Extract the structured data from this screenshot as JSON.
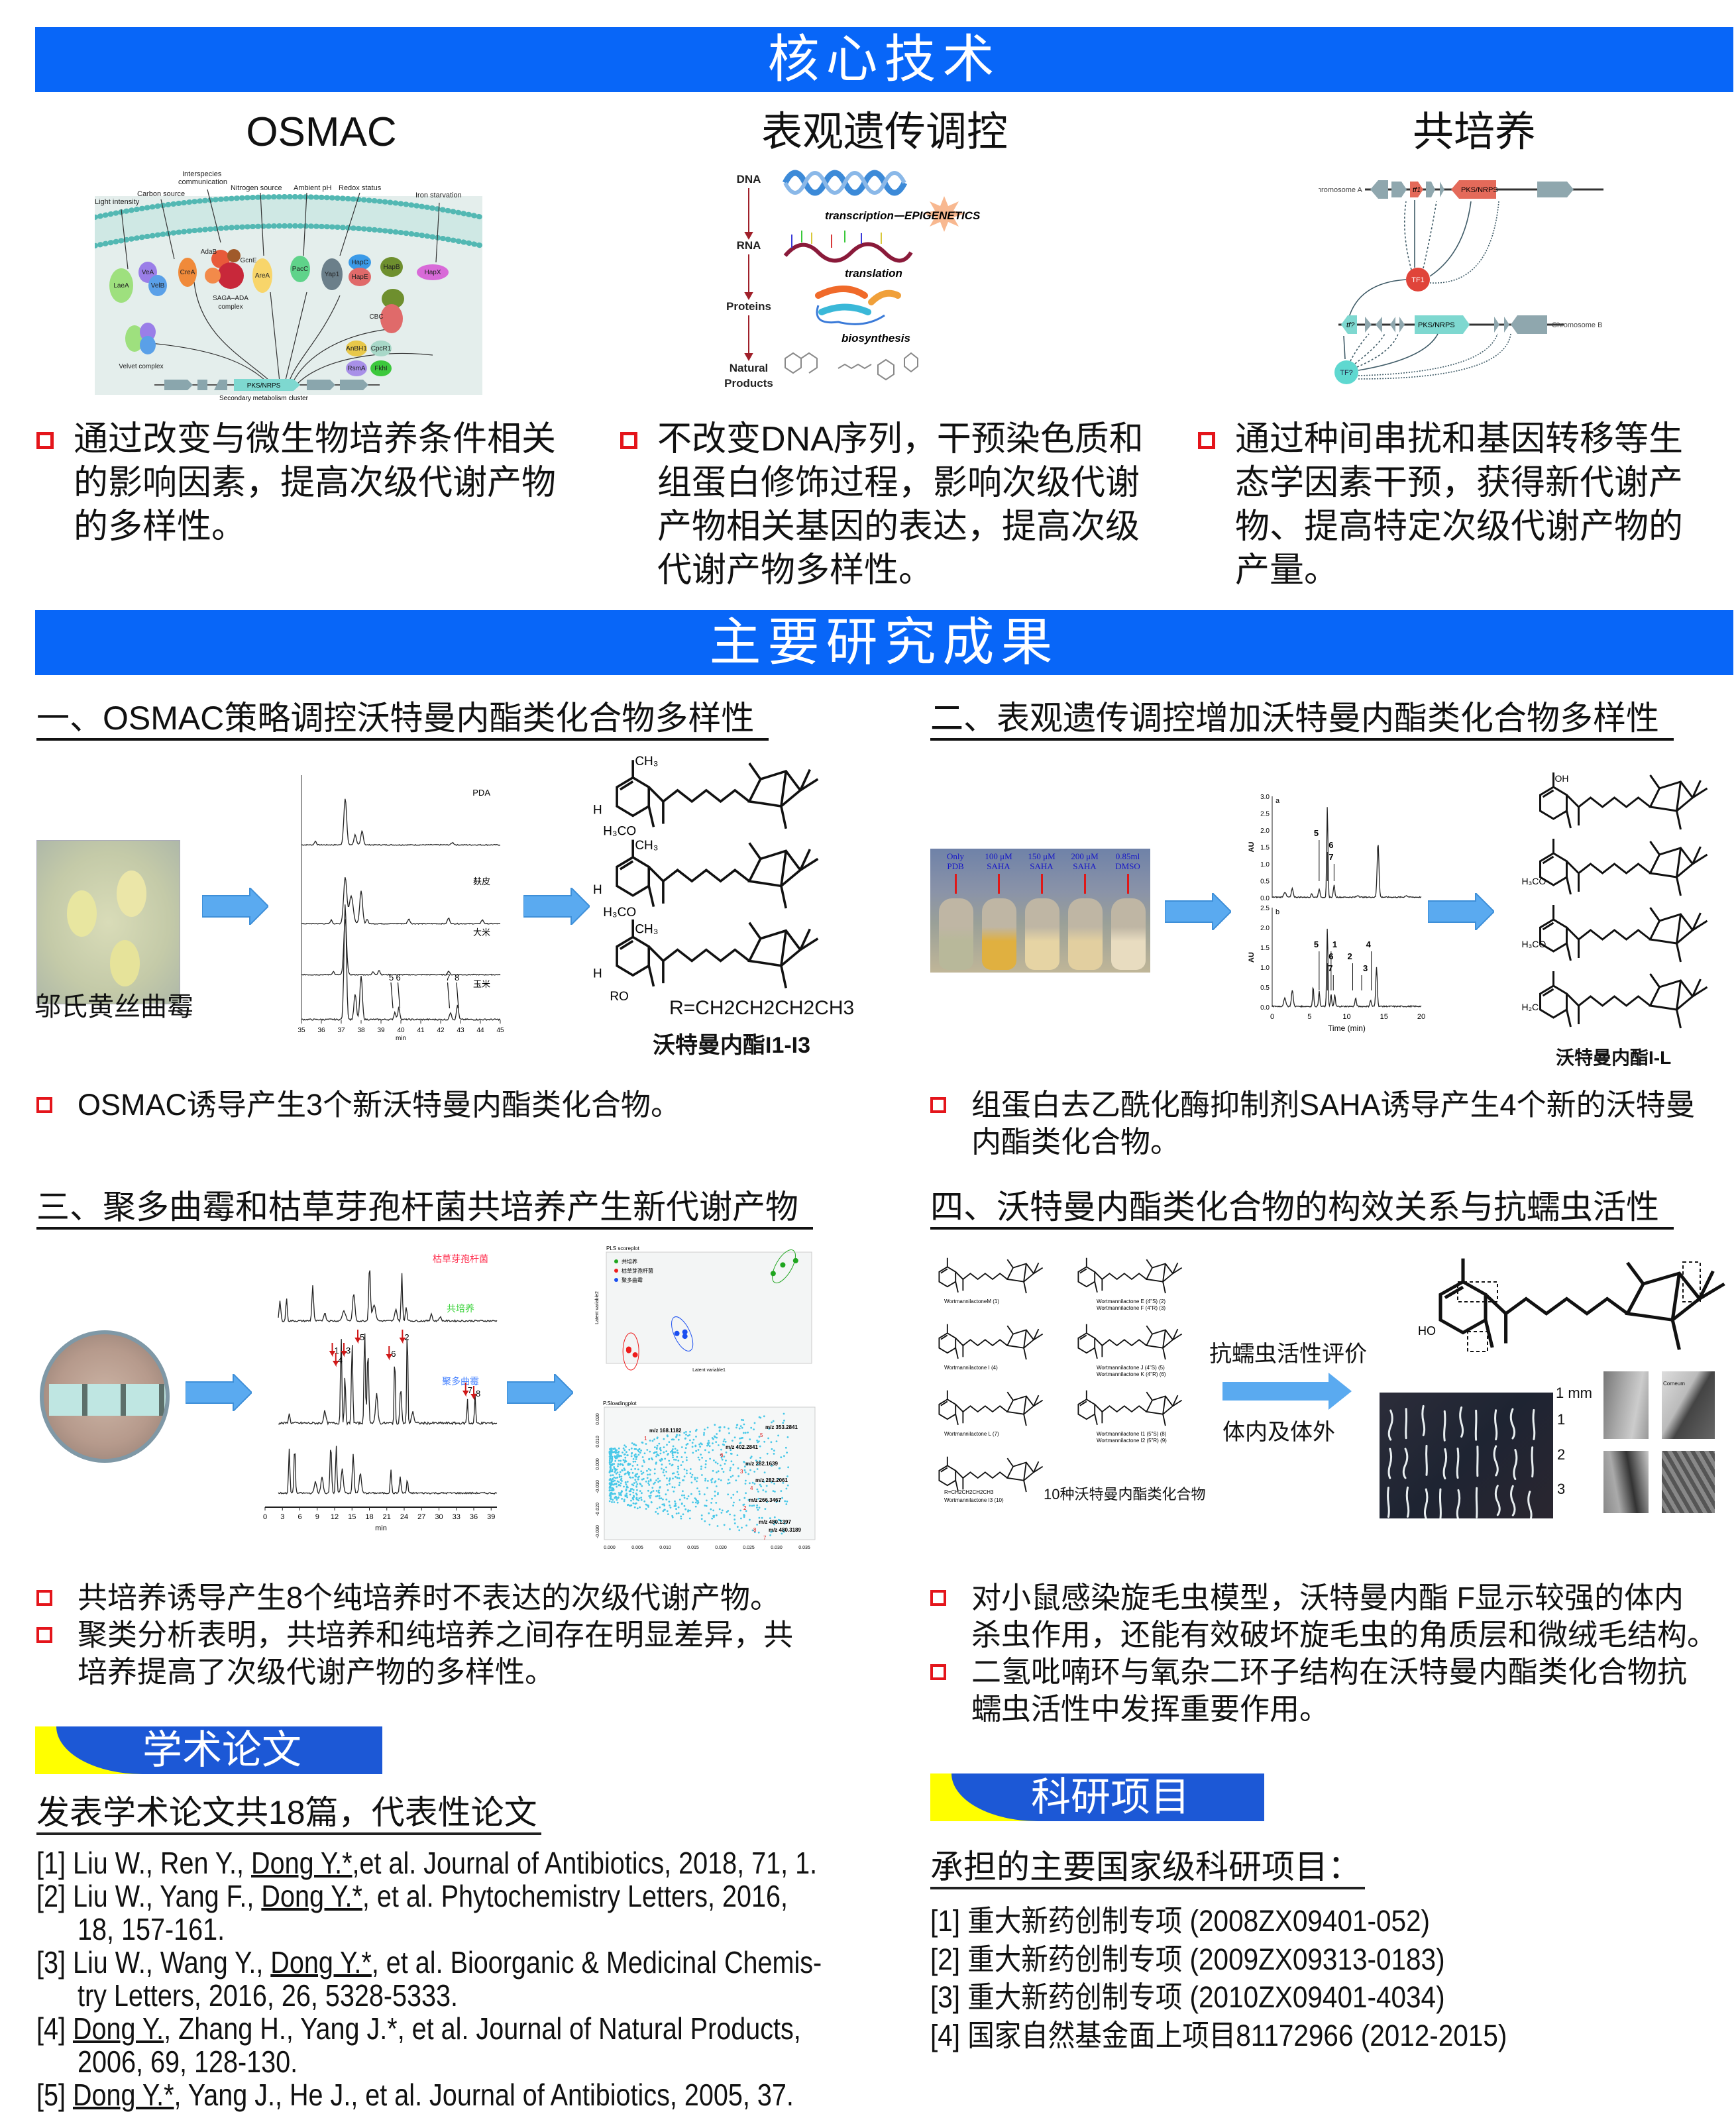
{
  "banner_core": "核心技术",
  "banner_results": "主要研究成果",
  "core": [
    {
      "title": "OSMAC",
      "lines": [
        "通过改变与微生物培养条件相关",
        "的影响因素，提高次级代谢产物",
        "的多样性。"
      ]
    },
    {
      "title": "表观遗传调控",
      "lines": [
        "不改变DNA序列，干预染色质和",
        "组蛋白修饰过程，影响次级代谢",
        "产物相关基因的表达，提高次级",
        "代谢产物多样性。"
      ]
    },
    {
      "title": "共培养",
      "lines": [
        "通过种间串扰和基因转移等生",
        "态学因素干预，获得新代谢产",
        "物、提高特定次级代谢产物的",
        "产量。"
      ]
    }
  ],
  "osmac_fig": {
    "signals": [
      "Light intensity",
      "Carbon source",
      "Interspecies",
      "communication",
      "Nitrogen source",
      "Ambient pH",
      "Redox status",
      "Iron starvation"
    ],
    "proteins": [
      "LaeA",
      "VeA",
      "VelB",
      "CreA",
      "AdaB",
      "GcnE",
      "AreA",
      "PacC",
      "Yap1",
      "HapC",
      "HapE",
      "HapB",
      "HapX",
      "CBC",
      "AnBH1",
      "CpcR1",
      "RsmA",
      "FkhI"
    ],
    "complex1": "SAGA–ADA",
    "complex2": "complex",
    "velvet": "Velvet complex",
    "gene": "PKS/NRPS",
    "cluster": "Secondary metabolism cluster"
  },
  "epi_fig": {
    "dna": "DNA",
    "rna": "RNA",
    "proteins": "Proteins",
    "np1": "Natural",
    "np2": "Products",
    "transcription": "transcription",
    "epigenetics": "EPIGENETICS",
    "translation": "translation",
    "biosynthesis": "biosynthesis"
  },
  "cocult_fig": {
    "chromA": "Chromosome A",
    "chromB": "Chromosome B",
    "tf1gene": "tf1",
    "tf1": "TF1",
    "tfxgene": "tf?",
    "tfx": "TF?",
    "pks": "PKS/NRPS"
  },
  "sections": [
    {
      "heading": "一、OSMAC策略调控沃特曼内酯类化合物多样性",
      "bullets": [
        [
          "OSMAC诱导产生3个新沃特曼内酯类化合物。"
        ]
      ],
      "fungus": "邬氏黄丝曲霉",
      "r_group": "R=CH2CH2CH2CH3",
      "compounds": "沃特曼内酯I1-I3"
    },
    {
      "heading": "二、表观遗传调控增加沃特曼内酯类化合物多样性",
      "bullets": [
        [
          "组蛋白去乙酰化酶抑制剂SAHA诱导产生4个新的沃特曼",
          "内酯类化合物。"
        ]
      ],
      "flasks": [
        [
          "Only",
          "PDB"
        ],
        [
          "100 μM",
          "SAHA"
        ],
        [
          "150 μM",
          "SAHA"
        ],
        [
          "200 μM",
          "SAHA"
        ],
        [
          "0.85ml",
          "DMSO"
        ]
      ],
      "compounds": "沃特曼内酯I-L"
    },
    {
      "heading": "三、聚多曲霉和枯草芽孢杆菌共培养产生新代谢产物",
      "bullets": [
        [
          "共培养诱导产生8个纯培养时不表达的次级代谢产物。"
        ],
        [
          "聚类分析表明，共培养和纯培养之间存在明显差异，共",
          "培养提高了次级代谢产物的多样性。"
        ]
      ]
    },
    {
      "heading": "四、沃特曼内酯类化合物的构效关系与抗蠕虫活性",
      "bullets": [
        [
          "对小鼠感染旋毛虫模型，沃特曼内酯 F显示较强的体内",
          "杀虫作用，还能有效破坏旋毛虫的角质层和微绒毛结构。"
        ],
        [
          "二氢吡喃环与氧杂二环子结构在沃特曼内酯类化合物抗",
          "蠕虫活性中发挥重要作用。"
        ]
      ],
      "compound_names": [
        "WortmannilactoneM (1)",
        "Wortmannilactone E (4\"S) (2)",
        "Wortmannilactone F (4\"R) (3)",
        "Wortmannilactone I (4)",
        "Wortmannilactone J (4\"S) (5)",
        "Wortmannilactone K (4\"R) (6)",
        "Wortmannilactone L (7)",
        "Wortmannilactone I1 (5\"S) (8)",
        "Wortmannilactone I2 (5\"R) (9)",
        "Wortmannilactone I3 (10)"
      ],
      "r_group": "R=CH2CH2CH2CH3",
      "ten_compounds": "10种沃特曼内酯类化合物",
      "eval": "抗蠕虫活性评价",
      "invivo": "体内及体外",
      "scale": "1 mm",
      "rows": [
        "1",
        "2",
        "3"
      ],
      "cornea": "Corneum"
    }
  ],
  "s1_chrom": {
    "traces": [
      {
        "label": "PDA",
        "peaks": [
          [
            37.2,
            1.0,
            0.07
          ],
          [
            37.7,
            0.22,
            0.06
          ],
          [
            38.05,
            0.3,
            0.06
          ],
          [
            35.7,
            0.08,
            0.05
          ],
          [
            42.6,
            0.05,
            0.06
          ]
        ]
      },
      {
        "label": "麸皮",
        "peaks": [
          [
            37.2,
            1.0,
            0.08
          ],
          [
            37.5,
            0.6,
            0.1
          ],
          [
            38.0,
            0.7,
            0.07
          ],
          [
            38.3,
            0.1,
            0.05
          ],
          [
            36.5,
            0.08,
            0.05
          ],
          [
            40.4,
            0.1,
            0.06
          ],
          [
            42.4,
            0.12,
            0.06
          ],
          [
            44.1,
            0.08,
            0.06
          ]
        ]
      },
      {
        "label": "大米",
        "peaks": [
          [
            37.2,
            1.2,
            0.07
          ],
          [
            36.6,
            0.07,
            0.05
          ],
          [
            38.6,
            0.06,
            0.05
          ],
          [
            38.9,
            0.1,
            0.05
          ],
          [
            42.4,
            0.08,
            0.05
          ]
        ]
      },
      {
        "label": "玉米",
        "peaks": [
          [
            37.2,
            1.6,
            0.06
          ],
          [
            37.7,
            0.35,
            0.06
          ],
          [
            38.0,
            0.6,
            0.06
          ],
          [
            39.7,
            0.1,
            0.05
          ],
          [
            39.9,
            0.16,
            0.05
          ],
          [
            42.5,
            0.1,
            0.05
          ],
          [
            42.85,
            0.2,
            0.05
          ]
        ]
      }
    ],
    "xrange": [
      35,
      45
    ],
    "xticks": [
      "35",
      "36",
      "37",
      "38",
      "39",
      "40",
      "41",
      "42",
      "43",
      "44",
      "45"
    ],
    "xlabel": "min",
    "markers": [
      {
        "label": "5",
        "x": 39.6
      },
      {
        "label": "6",
        "x": 39.95
      },
      {
        "label": "7",
        "x": 42.45
      },
      {
        "label": "8",
        "x": 42.9
      }
    ]
  },
  "s2_chrom": {
    "panels": [
      {
        "tag": "a",
        "ymax": 3.0,
        "yticks": [
          "0.0",
          "0.5",
          "1.0",
          "1.5",
          "2.0",
          "2.5",
          "3.0"
        ],
        "peaks": [
          [
            1.7,
            0.15,
            0.15
          ],
          [
            2.7,
            0.25,
            0.12
          ],
          [
            5.3,
            0.1,
            0.1
          ],
          [
            6.3,
            0.25,
            0.1
          ],
          [
            7.4,
            2.7,
            0.08
          ],
          [
            8.3,
            0.35,
            0.1
          ],
          [
            11.5,
            0.05,
            0.15
          ],
          [
            14.2,
            1.6,
            0.12
          ],
          [
            18.0,
            0.05,
            0.15
          ]
        ],
        "markers": [
          {
            "label": "5",
            "x": 6.3
          },
          {
            "label": "6",
            "x": 7.4
          },
          {
            "label": "7",
            "x": 8.3
          }
        ]
      },
      {
        "tag": "b",
        "ymax": 2.5,
        "yticks": [
          "0.0",
          "0.5",
          "1.0",
          "1.5",
          "2.0",
          "2.5"
        ],
        "peaks": [
          [
            1.7,
            0.2,
            0.15
          ],
          [
            2.7,
            0.4,
            0.12
          ],
          [
            5.5,
            0.5,
            0.08
          ],
          [
            6.3,
            0.4,
            0.08
          ],
          [
            7.4,
            2.0,
            0.08
          ],
          [
            7.9,
            0.3,
            0.08
          ],
          [
            8.4,
            0.3,
            0.08
          ],
          [
            11.2,
            0.2,
            0.1
          ],
          [
            13.2,
            0.15,
            0.1
          ],
          [
            14.0,
            1.0,
            0.1
          ]
        ],
        "markers": [
          {
            "label": "5",
            "x": 6.3
          },
          {
            "label": "6",
            "x": 7.4
          },
          {
            "label": "7",
            "x": 8.2
          },
          {
            "label": "1",
            "x": 7.9
          },
          {
            "label": "2",
            "x": 10.8
          },
          {
            "label": "3",
            "x": 12.0
          },
          {
            "label": "4",
            "x": 13.3
          }
        ]
      }
    ],
    "xrange": [
      0,
      20
    ],
    "xticks": [
      "0",
      "5",
      "10",
      "15",
      "20"
    ],
    "xlabel": "Time (min)",
    "ylabel": "AU"
  },
  "s3_chrom": {
    "traces": [
      {
        "label": "枯草芽孢杆菌",
        "color": "#ff2a4a",
        "peaks": [
          [
            0.3,
            0.5,
            0.15
          ],
          [
            1.5,
            0.6,
            0.12
          ],
          [
            6.3,
            0.9,
            0.15
          ],
          [
            8.5,
            0.2,
            0.2
          ],
          [
            12.0,
            0.25,
            0.3
          ],
          [
            13.8,
            0.7,
            0.2
          ],
          [
            16.7,
            1.4,
            0.15
          ],
          [
            17.5,
            0.4,
            0.3
          ],
          [
            21.5,
            0.3,
            0.2
          ],
          [
            22.6,
            1.2,
            0.12
          ],
          [
            23.4,
            0.35,
            0.15
          ],
          [
            28.0,
            0.2,
            0.15
          ],
          [
            29.6,
            0.1,
            0.2
          ]
        ]
      },
      {
        "label": "共培养",
        "color": "#3dd33d",
        "peaks": [
          [
            2.0,
            0.15,
            0.15
          ],
          [
            8.5,
            0.2,
            0.2
          ],
          [
            11.5,
            1.5,
            0.12
          ],
          [
            12.2,
            0.8,
            0.12
          ],
          [
            13.5,
            1.4,
            0.12
          ],
          [
            15.8,
            1.6,
            0.12
          ],
          [
            16.4,
            1.2,
            0.15
          ],
          [
            18.0,
            0.5,
            0.2
          ],
          [
            21.3,
            1.2,
            0.1
          ],
          [
            22.4,
            0.6,
            0.15
          ],
          [
            23.6,
            1.7,
            0.1
          ],
          [
            24.6,
            0.2,
            0.2
          ],
          [
            34.6,
            0.4,
            0.1
          ],
          [
            36.0,
            0.5,
            0.1
          ]
        ]
      },
      {
        "label": "聚多曲霉",
        "color": "#3f7dff",
        "peaks": [
          [
            2.0,
            1.1,
            0.12
          ],
          [
            3.0,
            1.2,
            0.12
          ],
          [
            6.8,
            0.3,
            0.2
          ],
          [
            8.0,
            0.4,
            0.2
          ],
          [
            9.6,
            1.2,
            0.15
          ],
          [
            10.6,
            1.2,
            0.12
          ],
          [
            11.7,
            0.6,
            0.2
          ],
          [
            13.7,
            1.0,
            0.15
          ],
          [
            15.0,
            0.5,
            0.2
          ],
          [
            20.6,
            0.6,
            0.12
          ],
          [
            22.3,
            0.4,
            0.15
          ],
          [
            23.6,
            0.35,
            0.12
          ]
        ]
      }
    ],
    "xrange": [
      0,
      40
    ],
    "xticks": [
      "0",
      "3",
      "6",
      "9",
      "12",
      "15",
      "18",
      "21",
      "24",
      "27",
      "30",
      "33",
      "36",
      "39"
    ],
    "xlabel": "min",
    "markers": [
      {
        "label": "1",
        "x": 11.6
      },
      {
        "label": "4",
        "x": 12.2
      },
      {
        "label": "3",
        "x": 13.6
      },
      {
        "label": "5",
        "x": 16.0
      },
      {
        "label": "6",
        "x": 21.4
      },
      {
        "label": "2",
        "x": 23.7
      },
      {
        "label": "7",
        "x": 34.6
      },
      {
        "label": "8",
        "x": 36.0
      }
    ]
  },
  "s3_score": {
    "title": "PLS scoreplot",
    "legend": [
      "共培养",
      "枯草芽孢杆菌",
      "聚多曲霉"
    ],
    "colors": [
      "#1fa51f",
      "#ee1c1c",
      "#1b4ff0"
    ],
    "points": [
      [
        [
          10.0,
          3.1
        ],
        [
          10.3,
          3.7
        ],
        [
          10.7,
          4.0
        ]
      ],
      [
        [
          5.5,
          -2.3
        ],
        [
          5.7,
          -2.6
        ],
        [
          5.5,
          -2.2
        ]
      ],
      [
        [
          7.0,
          -1.1
        ],
        [
          7.25,
          -1.0
        ],
        [
          7.25,
          -1.3
        ]
      ]
    ],
    "xlabel": "Latent variable1",
    "ylabel": "Latent variable2"
  },
  "s3_loading": {
    "title": "P.Sloadingplot",
    "annotations": [
      {
        "mz": "m/z 168.1182",
        "n": "1"
      },
      {
        "mz": "m/z 353.2841",
        "n": "5"
      },
      {
        "mz": "m/z 402.2841",
        "n": "6"
      },
      {
        "mz": "m/z 282.1639",
        "n": "3"
      },
      {
        "mz": "m/z 282.2061",
        "n": "4"
      },
      {
        "mz": "m/z 266.3467",
        "n": "2"
      },
      {
        "mz": "m/z 480.1397",
        "n": "8"
      },
      {
        "mz": "m/z 480.3189",
        "n": "7"
      }
    ],
    "xticks": [
      "0.000",
      "0.005",
      "0.010",
      "0.015",
      "0.020",
      "0.025",
      "0.030",
      "0.035"
    ],
    "yticks": [
      "0.020",
      "0.010",
      "0.000",
      "-0.010",
      "-0.020",
      "-0.030"
    ]
  },
  "papers": {
    "tab": "学术论文",
    "subtitle": "发表学术论文共18篇，代表性论文",
    "refs": [
      {
        "pre": "[1] Liu W., Ren Y., ",
        "author": "Dong Y.*",
        "post": ",et al.  Journal of Antibiotics, 2018, 71, 1.",
        "cont": ""
      },
      {
        "pre": "[2] Liu W., Yang F., ",
        "author": "Dong Y.*",
        "post": ", et al.  Phytochemistry Letters, 2016,",
        "cont": "18, 157-161."
      },
      {
        "pre": "[3] Liu W., Wang Y., ",
        "author": "Dong Y.*",
        "post": ", et al. Bioorganic & Medicinal Chemis-",
        "cont": "try Letters, 2016, 26, 5328-5333."
      },
      {
        "pre": "[4] ",
        "author": "Dong Y.",
        "post": ", Zhang H., Yang  J.*, et al. Journal of Natural Products,",
        "cont": "2006, 69, 128-130."
      },
      {
        "pre": "[5] ",
        "author": "Dong Y.*",
        "post": ", Yang J., He J., et al. Journal of Antibiotics, 2005, 37.",
        "cont": ""
      }
    ]
  },
  "projects": {
    "tab": "科研项目",
    "subtitle": "承担的主要国家级科研项目：",
    "items": [
      "[1] 重大新药创制专项 (2008ZX09401-052)",
      "[2] 重大新药创制专项 (2009ZX09313-0183)",
      "[3] 重大新药创制专项 (2010ZX09401-4034)",
      "[4] 国家自然基金面上项目81172966 (2012-2015)"
    ]
  },
  "colors": {
    "banner": "#0866f8",
    "tab_blue": "#1c58d6",
    "tab_yellow": "#ffff00",
    "bullet": "#e4151b",
    "arrow": "#5aaaf0"
  }
}
